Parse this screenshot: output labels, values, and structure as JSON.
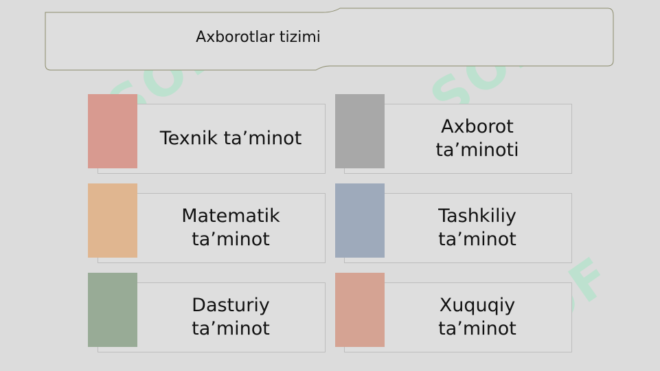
{
  "title": "Axborotlar tizimi",
  "watermark_text": "SOF",
  "items": [
    {
      "label": "Texnik ta’minot",
      "color": "#d89a90"
    },
    {
      "label": "Axborot\nta’minoti",
      "color": "#a8a8a8"
    },
    {
      "label": "Matematik\nta’minot",
      "color": "#e0b690"
    },
    {
      "label": "Tashkiliy\nta’minot",
      "color": "#9eaabb"
    },
    {
      "label": "Dasturiy\nta’minot",
      "color": "#98ab96"
    },
    {
      "label": "Xuquqiy\nta’minot",
      "color": "#d5a393"
    }
  ]
}
